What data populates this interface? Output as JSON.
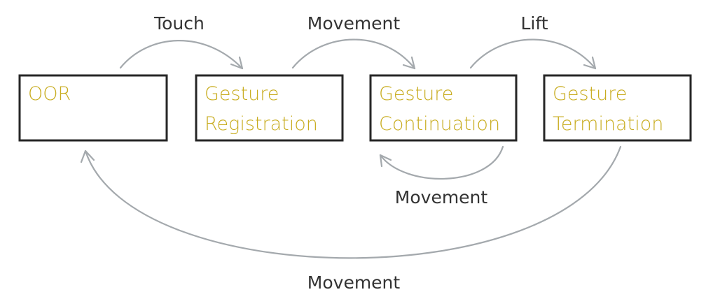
{
  "colors": {
    "state_text": "#c8ac1f",
    "box_border": "#262626",
    "arrow": "#a4a9ad",
    "label_text": "#333333"
  },
  "states": [
    {
      "id": "oor",
      "lines": [
        "OOR"
      ]
    },
    {
      "id": "gesture-registration",
      "lines": [
        "Gesture",
        "Registration"
      ]
    },
    {
      "id": "gesture-continuation",
      "lines": [
        "Gesture",
        "Continuation"
      ]
    },
    {
      "id": "gesture-termination",
      "lines": [
        "Gesture",
        "Termination"
      ]
    }
  ],
  "transitions": [
    {
      "from": "oor",
      "to": "gesture-registration",
      "label": "Touch"
    },
    {
      "from": "gesture-registration",
      "to": "gesture-continuation",
      "label": "Movement"
    },
    {
      "from": "gesture-continuation",
      "to": "gesture-termination",
      "label": "Lift"
    },
    {
      "from": "gesture-continuation",
      "to": "gesture-continuation",
      "label": "Movement"
    },
    {
      "from": "gesture-termination",
      "to": "oor",
      "label": "Movement"
    }
  ]
}
